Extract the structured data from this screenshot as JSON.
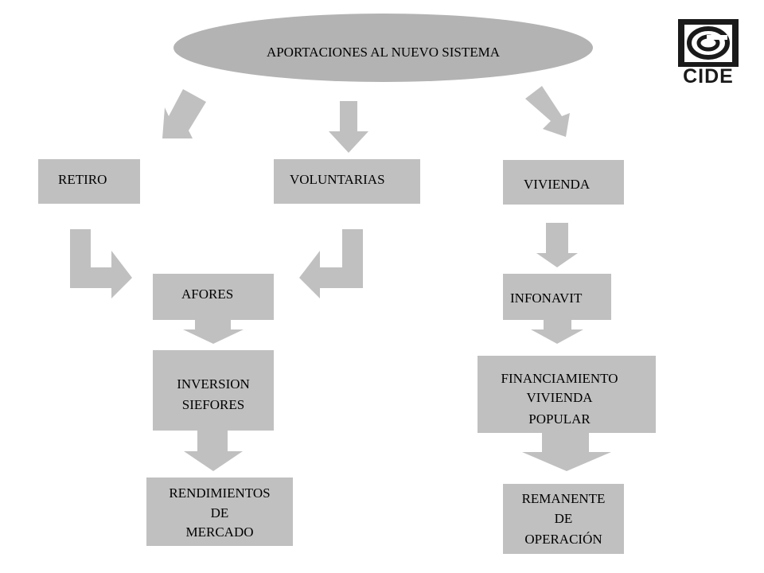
{
  "header": {
    "title": "APORTACIONES AL NUEVO SISTEMA"
  },
  "logo": {
    "text": "CIDE"
  },
  "nodes": {
    "retiro": "RETIRO",
    "voluntarias": "VOLUNTARIAS",
    "vivienda": "VIVIENDA",
    "afores": "AFORES",
    "infonavit": "INFONAVIT",
    "inversion": [
      "INVERSION",
      "SIEFORES"
    ],
    "financiamiento": [
      "FINANCIAMIENTO",
      "VIVIENDA",
      "POPULAR"
    ],
    "rendimientos": [
      "RENDIMIENTOS",
      "DE",
      "MERCADO"
    ],
    "remanente": [
      "REMANENTE",
      "DE",
      "OPERACIÓN"
    ]
  },
  "colors": {
    "box": "#c0c0c0",
    "oval": "#b3b3b3",
    "arrow": "#c0c0c0",
    "logo_dark": "#1a1a1a"
  }
}
